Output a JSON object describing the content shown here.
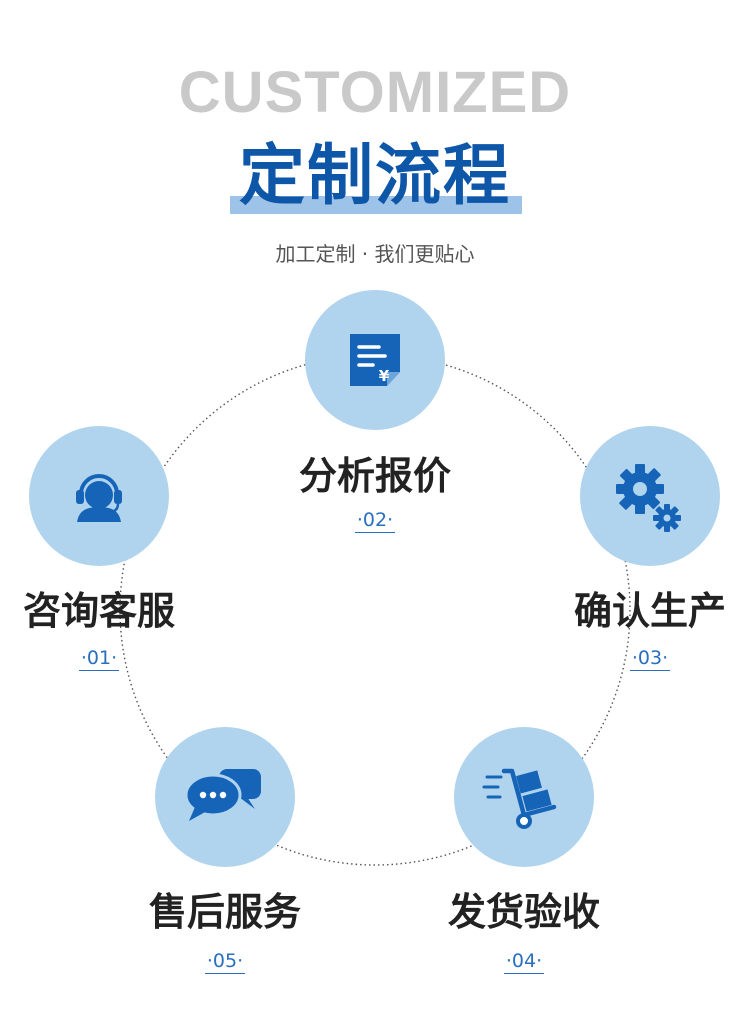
{
  "header": {
    "english_title": "CUSTOMIZED",
    "title": "定制流程",
    "subtitle": "加工定制 · 我们更贴心"
  },
  "steps": [
    {
      "label": "咨询客服",
      "number": "·01·",
      "icon": "customer-service-headset-icon"
    },
    {
      "label": "分析报价",
      "number": "·02·",
      "icon": "quote-document-yen-icon"
    },
    {
      "label": "确认生产",
      "number": "·03·",
      "icon": "production-gears-icon"
    },
    {
      "label": "发货验收",
      "number": "·04·",
      "icon": "delivery-hand-truck-icon"
    },
    {
      "label": "售后服务",
      "number": "·05·",
      "icon": "after-sales-chat-icon"
    }
  ],
  "colors": {
    "brand_blue": "#0d56a8",
    "circle_fill": "#b0d3ee",
    "icon_blue": "#1664b8",
    "english_gray": "#c9c9c9"
  }
}
